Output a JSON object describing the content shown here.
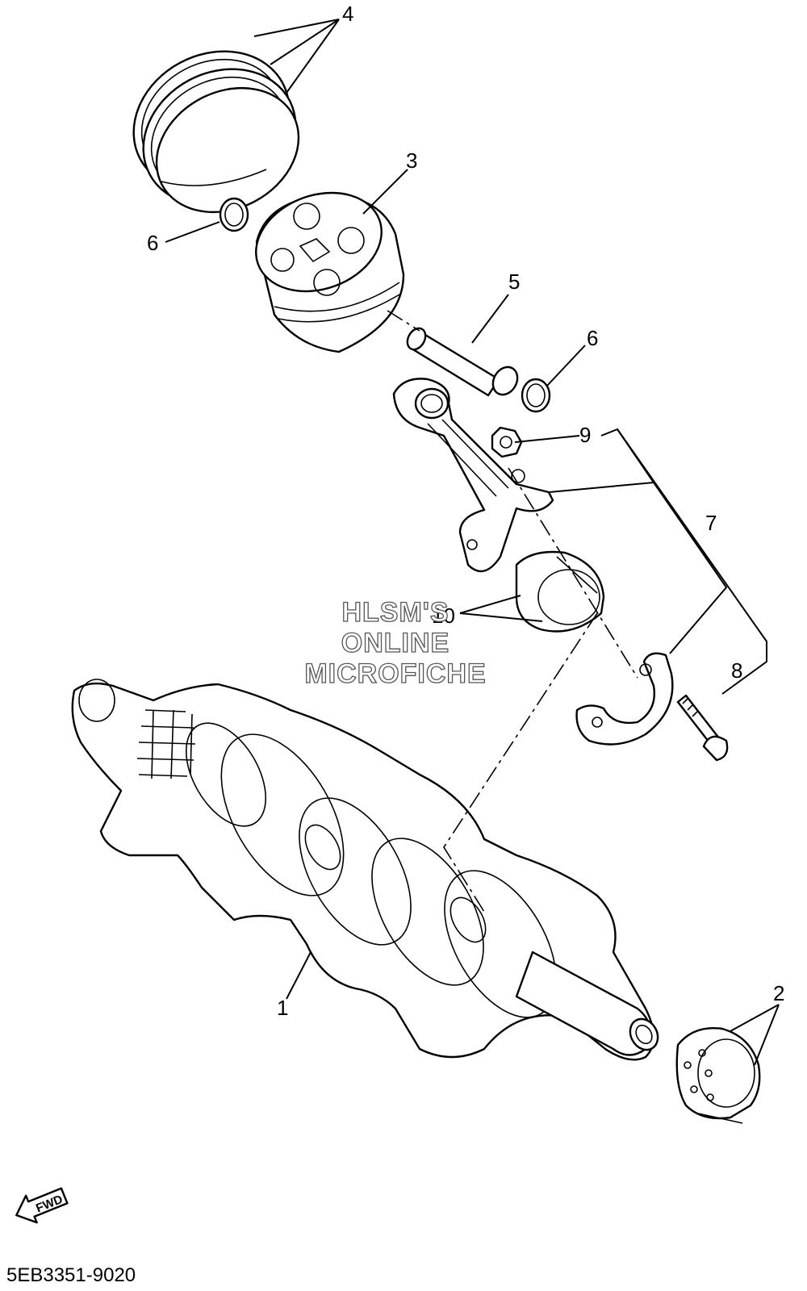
{
  "callouts": {
    "c1": "1",
    "c2": "2",
    "c3": "3",
    "c4": "4",
    "c5": "5",
    "c6a": "6",
    "c6b": "6",
    "c7": "7",
    "c8": "8",
    "c9": "9",
    "c10": "10"
  },
  "watermark": {
    "line1": "HLSM'S",
    "line2": "ONLINE",
    "line3": "MICROFICHE"
  },
  "fwd_label": "FWD",
  "diagram_code": "5EB3351-9020"
}
